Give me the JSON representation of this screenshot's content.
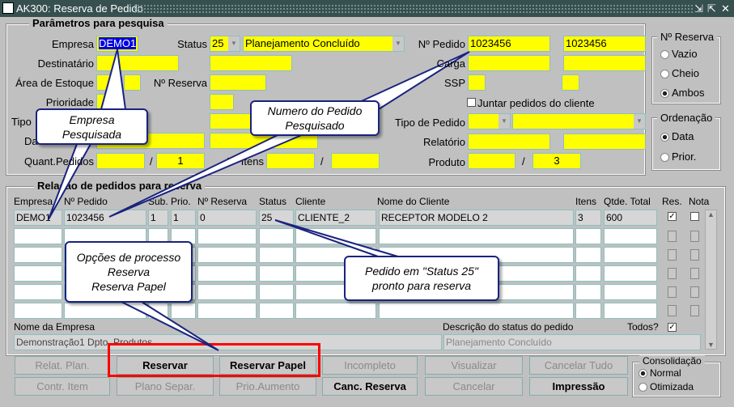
{
  "window": {
    "title": "AK300: Reserva de Pedido",
    "controls": [
      "minimize",
      "maximize",
      "close"
    ]
  },
  "search": {
    "title": "Parâmetros para pesquisa",
    "empresa_label": "Empresa",
    "empresa": "DEMO1",
    "status_label": "Status",
    "status_code": "25",
    "status_desc": "Planejamento Concluído",
    "destinatario_label": "Destinatário",
    "area_label": "Área de Estoque",
    "nreserva_label": "Nº Reserva",
    "prioridade_label": "Prioridade",
    "tipo_label": "Tipo",
    "data_label": "Da",
    "quant_label": "Quant.Pedidos",
    "quant_to": "1",
    "slash": "/",
    "nitens_label": "Nº Itens",
    "npedido_label": "Nº Pedido",
    "npedido_from": "1023456",
    "npedido_to": "1023456",
    "carga_label": "Carga",
    "ssp_label": "SSP",
    "juntar_label": "Juntar pedidos do cliente",
    "tipo_pedido_label": "Tipo de Pedido",
    "relatorio_label": "Relatório",
    "produto_label": "Produto",
    "produto_to": "3"
  },
  "nreserva_group": {
    "title": "Nº Reserva",
    "options": [
      "Vazio",
      "Cheio",
      "Ambos"
    ],
    "selected": "Ambos"
  },
  "ordenacao_group": {
    "title": "Ordenação",
    "options": [
      "Data",
      "Prior."
    ],
    "selected": "Data"
  },
  "list": {
    "title": "Relação de pedidos para reserva",
    "headers": [
      "Empresa",
      "Nº Pedido",
      "Sub.",
      "Prio.",
      "Nº Reserva",
      "Status",
      "Cliente",
      "Nome do Cliente",
      "Itens",
      "Qtde. Total",
      "Res.",
      "Nota"
    ],
    "rows": [
      {
        "empresa": "DEMO1",
        "pedido": "1023456",
        "sub": "1",
        "prio": "1",
        "reserva": "0",
        "status": "25",
        "cliente": "CLIENTE_2",
        "nome": "RECEPTOR MODELO 2",
        "itens": "3",
        "qtde": "600",
        "res": true,
        "nota": false
      }
    ],
    "nome_empresa_label": "Nome da Empresa",
    "nome_empresa": "Demonstração1 Dpto. Produtos",
    "desc_status_label": "Descrição do status do pedido",
    "desc_status": "Planejamento Concluído",
    "todos_label": "Todos?"
  },
  "buttons": {
    "relat_plan": "Relat. Plan.",
    "reservar": "Reservar",
    "reservar_papel": "Reservar Papel",
    "incompleto": "Incompleto",
    "visualizar": "Visualizar",
    "cancelar_tudo": "Cancelar Tudo",
    "contr_item": "Contr. Item",
    "plano_separ": "Plano Separ.",
    "prio_aumento": "Prio.Aumento",
    "canc_reserva": "Canc. Reserva",
    "cancelar": "Cancelar",
    "impressao": "Impressão"
  },
  "consolidacao_group": {
    "title": "Consolidação",
    "options": [
      "Normal",
      "Otimizada"
    ],
    "selected": "Normal"
  },
  "callouts": {
    "empresa": [
      "Empresa",
      "Pesquisada"
    ],
    "pedido": [
      "Numero do Pedido",
      "Pesquisado"
    ],
    "opcoes": [
      "Opções de processo",
      "Reserva",
      "Reserva Papel"
    ],
    "status": [
      "Pedido em \"Status 25\"",
      "pronto para reserva"
    ]
  },
  "colors": {
    "field": "#ffff00",
    "highlight": "#ff0000",
    "callout_border": "#1a237e",
    "titlebar": "#35504f"
  }
}
